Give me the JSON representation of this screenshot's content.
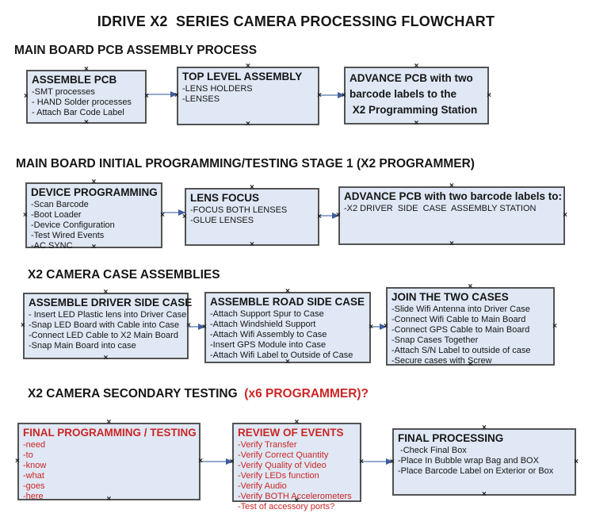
{
  "title": "IDRIVE X2  SERIES CAMERA PROCESSING FLOWCHART",
  "colors": {
    "box-fill": "#dfe8f4",
    "box-border": "#535353",
    "text": "#161616",
    "red": "#cc2626",
    "arrow-line": "#92aacb",
    "arrow-head": "#3e5d9e",
    "handle": "#1c1c1c"
  },
  "sections": [
    {
      "heading": "MAIN BOARD PCB ASSEMBLY PROCESS",
      "boxes": [
        {
          "title": "ASSEMBLE PCB",
          "items": [
            "-SMT processes",
            "- HAND Solder processes",
            "- Attach Bar Code Label"
          ]
        },
        {
          "title": "TOP LEVEL ASSEMBLY",
          "items": [
            "-LENS HOLDERS",
            "-LENSES"
          ]
        },
        {
          "title_lines": [
            "ADVANCE PCB with two",
            "barcode labels to the",
            " X2 Programming Station"
          ]
        }
      ]
    },
    {
      "heading": "MAIN BOARD INITIAL PROGRAMMING/TESTING STAGE 1 (X2 PROGRAMMER)",
      "boxes": [
        {
          "title": "DEVICE PROGRAMMING",
          "items": [
            "-Scan Barcode",
            "-Boot Loader",
            "-Device Configuration",
            "-Test Wired Events",
            "-AC SYNC"
          ]
        },
        {
          "title": "LENS FOCUS",
          "items": [
            "-FOCUS BOTH LENSES",
            "-GLUE LENSES"
          ]
        },
        {
          "title": "ADVANCE PCB with two barcode labels to:",
          "items": [
            "-X2 DRIVER  SIDE  CASE  ASSEMBLY STATION"
          ]
        }
      ]
    },
    {
      "heading": "X2 CAMERA CASE ASSEMBLIES",
      "boxes": [
        {
          "title": "ASSEMBLE DRIVER SIDE CASE",
          "items": [
            "- Insert LED Plastic lens into Driver Case",
            "-Snap LED Board with Cable into Case",
            "-Connect LED Cable to X2 Main Board",
            "-Snap Main Board into case"
          ]
        },
        {
          "title": "ASSEMBLE ROAD SIDE CASE",
          "items": [
            "-Attach Support Spur to Case",
            "-Attach Windshield Support",
            "-Attach Wifi Assembly to Case",
            "-Insert GPS Module into Case",
            "-Attach Wifi Label to Outside of Case"
          ]
        },
        {
          "title": "JOIN THE TWO CASES",
          "items": [
            "-Slide Wifi Antenna into Driver Case",
            "-Connect Wifi Cable to Main Board",
            "-Connect GPS Cable to Main Board",
            "-Snap Cases Together",
            "-Attach S/N Label to outside of case",
            "-Secure cases with Screw"
          ]
        }
      ]
    },
    {
      "heading_black": "X2 CAMERA SECONDARY TESTING  ",
      "heading_red": "(x6 PROGRAMMER)?",
      "boxes": [
        {
          "title": "FINAL PROGRAMMING / TESTING",
          "items": [
            "-need",
            "-to",
            "-know",
            "-what",
            "-goes",
            "-here"
          ]
        },
        {
          "title": "REVIEW OF EVENTS",
          "items": [
            "-Verify Transfer",
            "-Verify Correct Quantity",
            "-Verify Quality of Video",
            "-Verify LEDs function",
            "-Verify Audio",
            "-Verify BOTH Accelerometers",
            "-Test of accessory ports?"
          ]
        },
        {
          "title": "FINAL PROCESSING",
          "items": [
            " -Check Final Box",
            "-Place In Bubble wrap Bag and BOX",
            "-Place Barcode Label on Exterior or Box"
          ]
        }
      ]
    }
  ]
}
